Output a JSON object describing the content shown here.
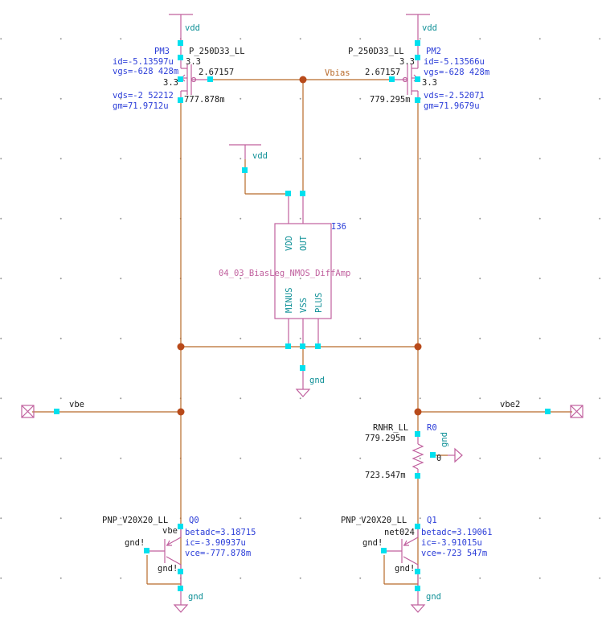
{
  "pm3": {
    "model": "P_250D33_LL",
    "inst": "PM3",
    "supply": "vdd",
    "id": "id=-5.13597u",
    "vgs": "vgs=-628 428m",
    "vds": "vds=-2 52212",
    "gm": "gm=71.9712u",
    "w": "3.3",
    "l": "3.3",
    "vg": "2.67157",
    "vd": "777.878m"
  },
  "pm2": {
    "model": "P_250D33_LL",
    "inst": "PM2",
    "supply": "vdd",
    "id": "id=-5.13566u",
    "vgs": "vgs=-628 428m",
    "vds": "vds=-2.52071",
    "gm": "gm=71.9679u",
    "w": "3.3",
    "l": "3.3",
    "vg": "2.67157",
    "vd": "779.295m"
  },
  "net_vbias": "Vbias",
  "amp": {
    "inst": "I36",
    "cell": "04_03_BiasLeg_NMOS_DiffAmp",
    "pins": [
      "VDD",
      "OUT",
      "MINUS",
      "VSS",
      "PLUS"
    ],
    "vdd": "vdd",
    "gnd": "gnd"
  },
  "ports": {
    "vbe": "vbe",
    "vbe2": "vbe2"
  },
  "r0": {
    "model": "RNHR_LL",
    "inst": "R0",
    "v_top": "779.295m",
    "v_bot": "723.547m",
    "v_sub": "0",
    "sub_net": "gnd"
  },
  "q0": {
    "model": "PNP_V20X20_LL",
    "inst": "Q0",
    "emitter": "vbe",
    "beta": "betadc=3.18715",
    "ic": "ic=-3.90937u",
    "vce": "vce=-777.878m",
    "b_net": "gnd!",
    "c_net": "gnd!",
    "gnd": "gnd"
  },
  "q1": {
    "model": "PNP_V20X20_LL",
    "inst": "Q1",
    "emitter": "net024",
    "beta": "betadc=3.19061",
    "ic": "ic=-3.91015u",
    "vce": "vce=-723 547m",
    "b_net": "gnd!",
    "c_net": "gnd!",
    "gnd": "gnd"
  }
}
